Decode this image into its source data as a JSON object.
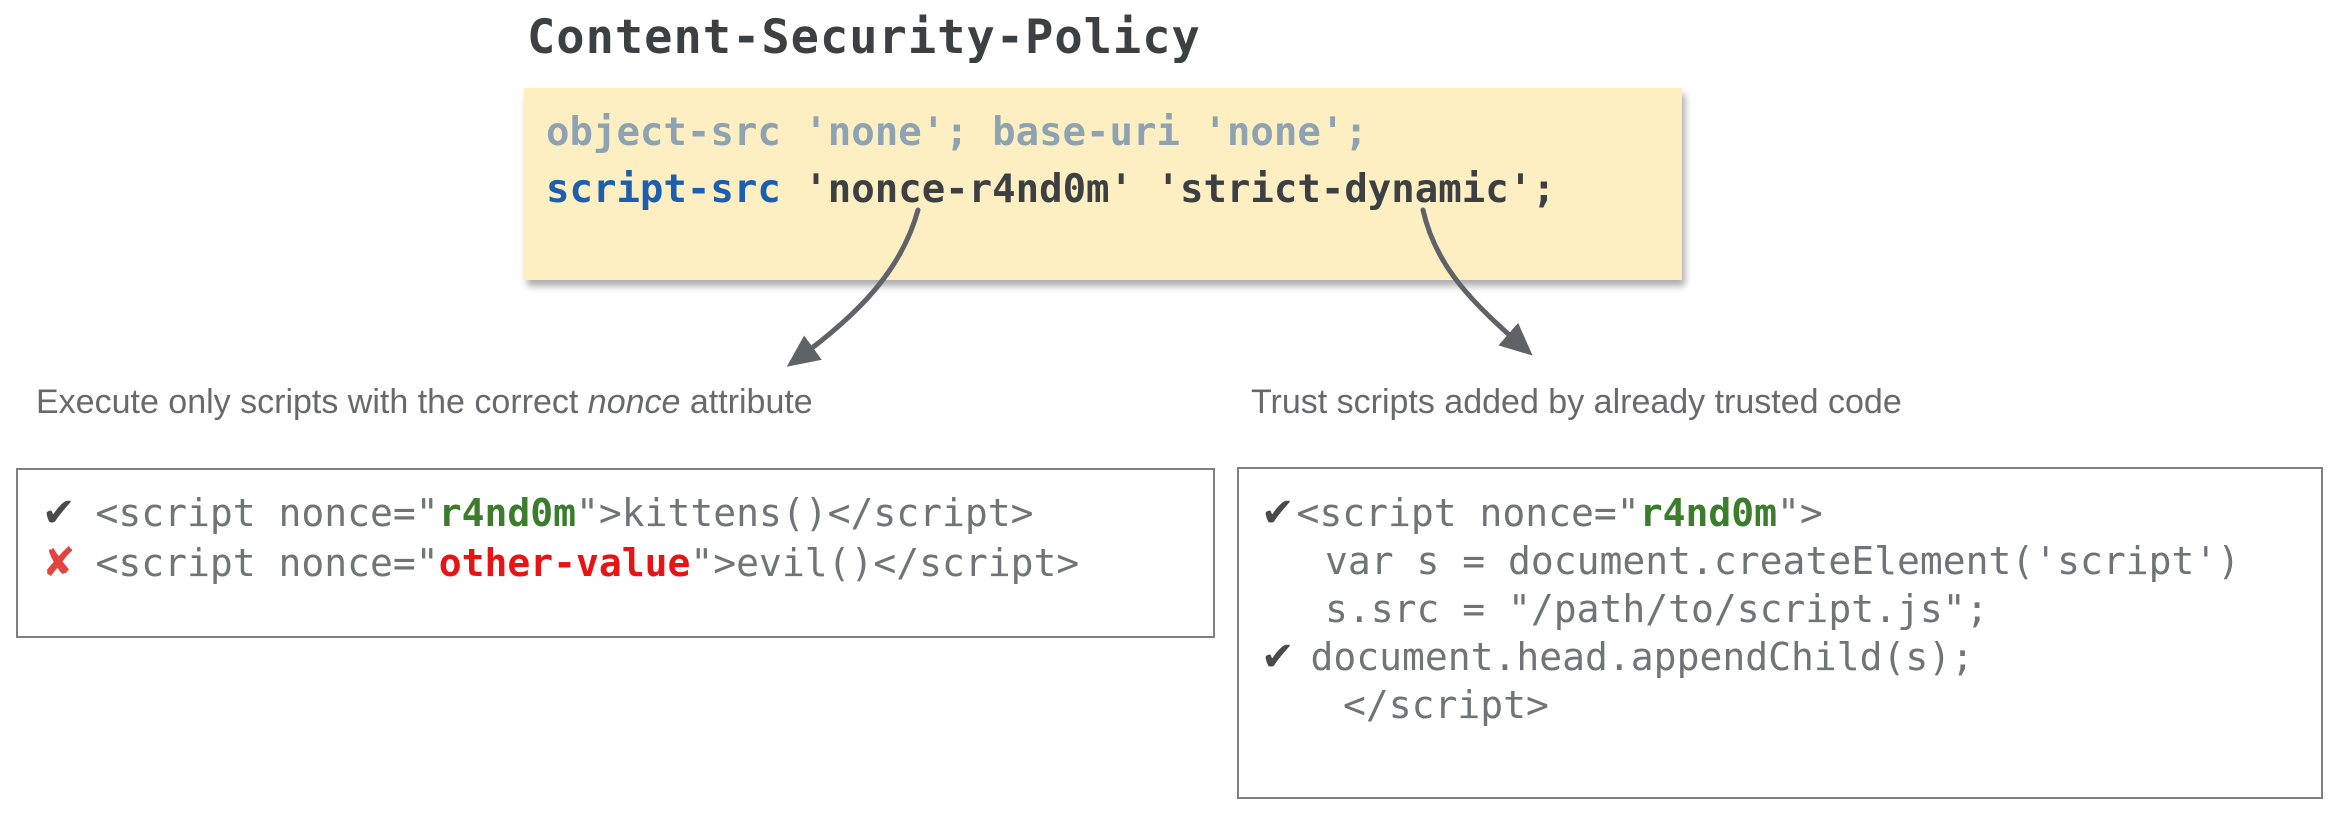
{
  "title": "Content-Security-Policy",
  "policy_box": {
    "line1": "object-src 'none'; base-uri 'none';",
    "line2_directive": "script-src",
    "line2_values": " 'nonce-r4nd0m' 'strict-dynamic';"
  },
  "captions": {
    "left_before": "Execute only scripts with the correct ",
    "left_emphasis": "nonce",
    "left_after": " attribute",
    "right": "Trust scripts added by already trusted code"
  },
  "left_code_box": {
    "line1": {
      "mark": "✔",
      "prefix": "<script nonce=\"",
      "nonce": "r4nd0m",
      "suffix": "\">kittens()</script>"
    },
    "line2": {
      "mark": "✘",
      "prefix": "<script nonce=\"",
      "value": "other-value",
      "suffix": "\">evil()</script>"
    }
  },
  "right_code_box": {
    "line1": {
      "mark": "✔",
      "prefix": "<script nonce=\"",
      "nonce": "r4nd0m",
      "suffix": "\">"
    },
    "line2": "var s = document.createElement('script')",
    "line3": "s.src = \"/path/to/script.js\";",
    "line4": {
      "mark": "✔",
      "text": "document.head.appendChild(s);"
    },
    "line5": "</script>"
  },
  "colors": {
    "policy_box_bg": "#feefc3",
    "policy_muted_gray_blue": "#8da3b4",
    "policy_directive_blue": "#1b5fae",
    "policy_values_dark": "#3c4043",
    "title_dark": "#3c4043",
    "code_gray": "#717477",
    "nonce_green": "#3c7d2d",
    "bad_value_red": "#e81313",
    "check_mark_dark": "#4a4a4a",
    "cross_mark_red": "#e04540",
    "caption_gray": "#68696c",
    "arrow_gray": "#5f6368",
    "code_box_border": "#7f7f7f"
  }
}
